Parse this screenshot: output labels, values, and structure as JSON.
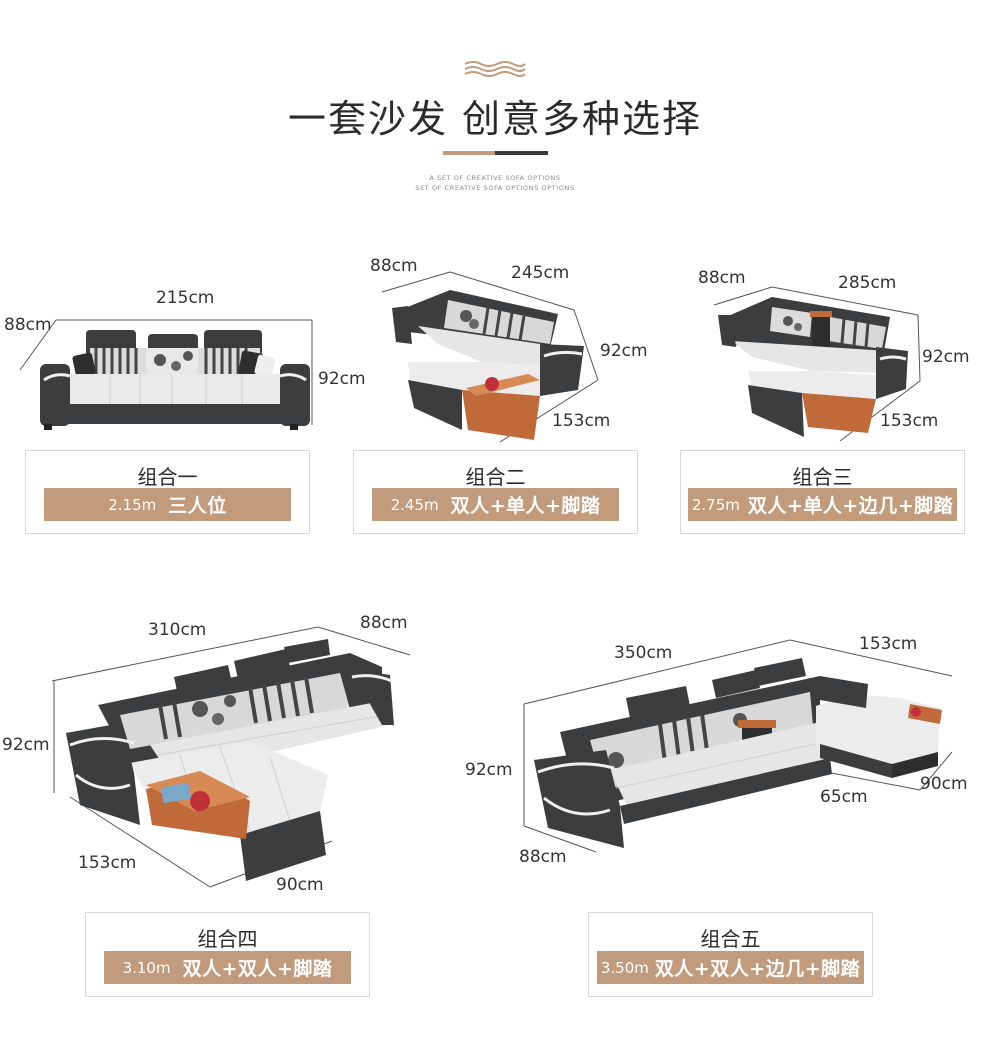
{
  "header": {
    "title": "一套沙发 创意多种选择",
    "subtitle_line1": "A SET OF CREATIVE SOFA OPTIONS",
    "subtitle_line2": "SET OF CREATIVE SOFA OPTIONS OPTIONS"
  },
  "colors": {
    "accent": "#c29a7c",
    "title_bar_left": "#c29a7c",
    "title_bar_right": "#3a3a3a",
    "sofa_dark": "#3c3d3f",
    "sofa_light": "#e9e9e9",
    "table_wood": "#c06a3a"
  },
  "options": [
    {
      "title": "组合一",
      "length": "2.15m",
      "desc": "三人位",
      "dims": {
        "width": "215cm",
        "depth": "88cm",
        "height": "92cm"
      }
    },
    {
      "title": "组合二",
      "length": "2.45m",
      "desc": "双人+单人+脚踏",
      "dims": {
        "width": "245cm",
        "depth": "88cm",
        "height": "92cm",
        "chaise": "153cm"
      }
    },
    {
      "title": "组合三",
      "length": "2.75m",
      "desc": "双人+单人+边几+脚踏",
      "dims": {
        "width": "285cm",
        "depth": "88cm",
        "height": "92cm",
        "chaise": "153cm"
      }
    },
    {
      "title": "组合四",
      "length": "3.10m",
      "desc": "双人+双人+脚踏",
      "dims": {
        "width": "310cm",
        "depth": "88cm",
        "height": "92cm",
        "chaise": "153cm",
        "chaise_width": "90cm"
      }
    },
    {
      "title": "组合五",
      "length": "3.50m",
      "desc": "双人+双人+边几+脚踏",
      "dims": {
        "width": "350cm",
        "chaise": "153cm",
        "height": "92cm",
        "depth": "88cm",
        "chaise_depth": "65cm",
        "chaise_width": "90cm"
      }
    }
  ]
}
